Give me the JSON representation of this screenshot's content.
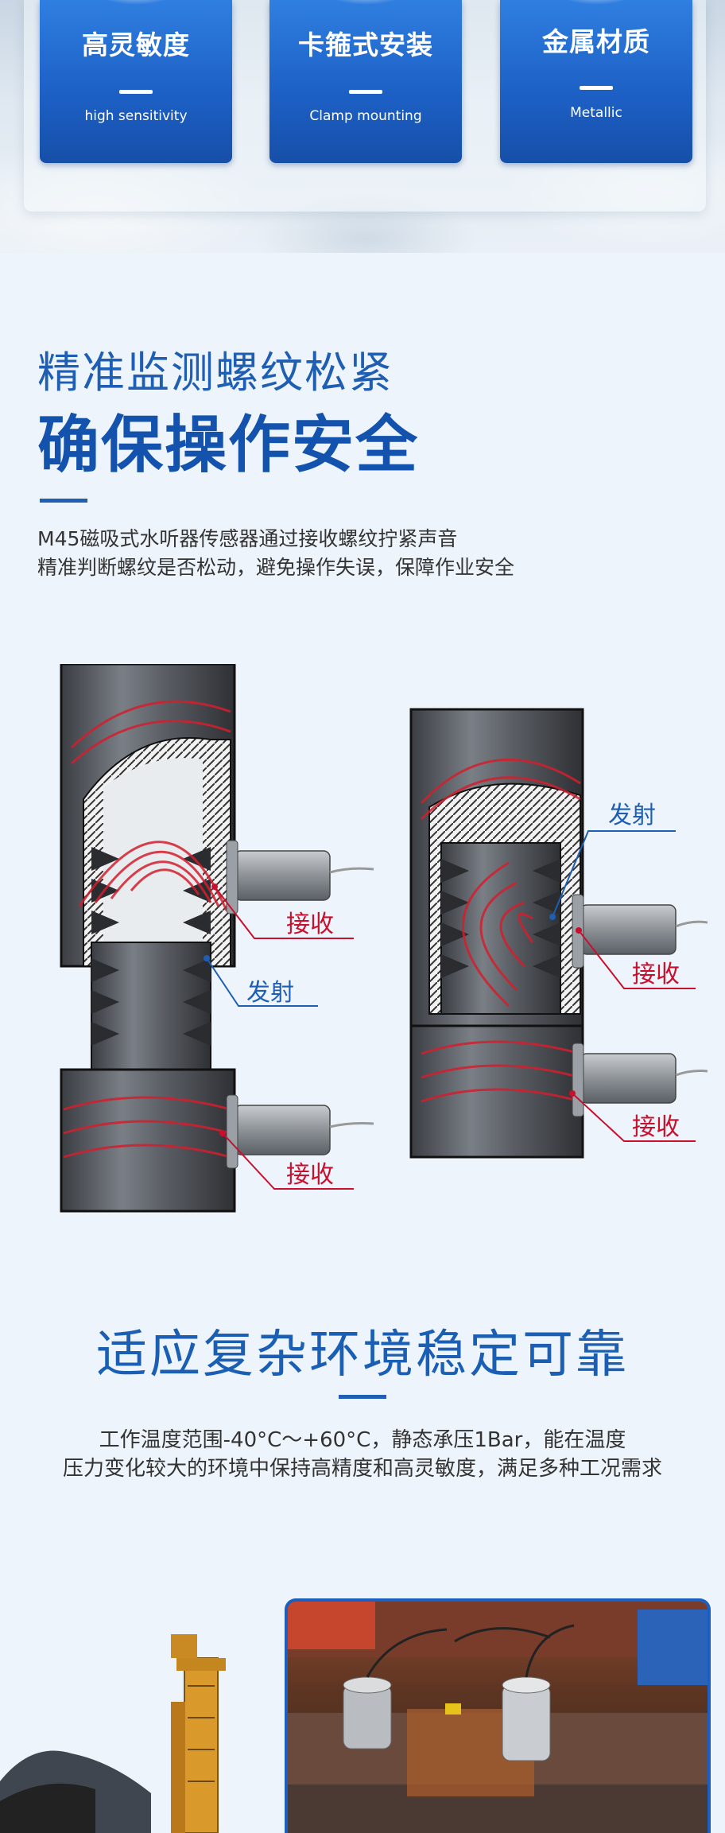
{
  "features": [
    {
      "cn": "高灵敏度",
      "en": "high sensitivity"
    },
    {
      "cn": "卡箍式安装",
      "en": "Clamp mounting"
    },
    {
      "cn": "金属材质",
      "en": "Metallic"
    }
  ],
  "section1": {
    "title1": "精准监测螺纹松紧",
    "title2": "确保操作安全",
    "desc_line1": "M45磁吸式水听器传感器通过接收螺纹拧紧声音",
    "desc_line2": "精准判断螺纹是否松动，避免操作失误，保障作业安全",
    "labels": {
      "receive": "接收",
      "emit": "发射"
    }
  },
  "section2": {
    "title": "适应复杂环境稳定可靠",
    "desc_line1": "工作温度范围-40°C～+60°C，静态承压1Bar，能在温度",
    "desc_line2": "压力变化较大的环境中保持高精度和高灵敏度，满足多种工况需求"
  },
  "colors": {
    "brand_blue": "#1e5eb3",
    "receive_red": "#c8102e"
  }
}
